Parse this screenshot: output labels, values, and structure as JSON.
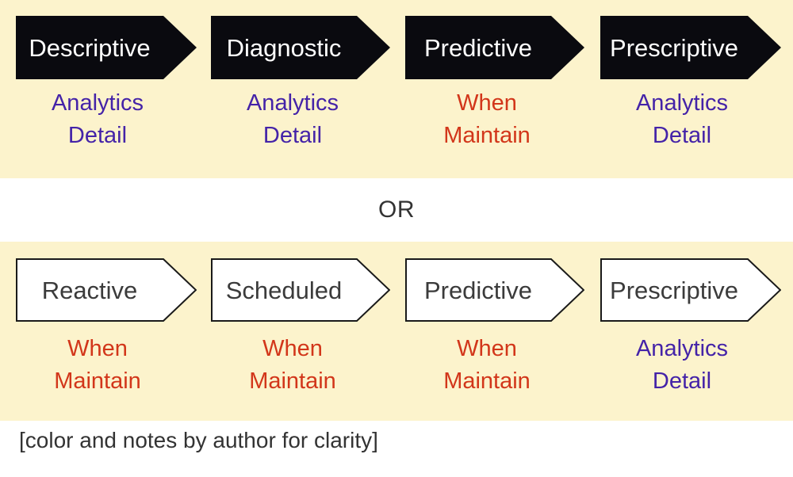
{
  "figure": {
    "background_band_color": "#fcf3cc",
    "divider_label": "OR",
    "caption": "[color and notes by author for clarity]",
    "colors": {
      "band": "#fcf3cc",
      "dark_arrow_fill": "#0a0a0f",
      "dark_arrow_text": "#ffffff",
      "light_arrow_fill": "#ffffff",
      "light_arrow_text": "#3b3b3b",
      "note_purple": "#4423a8",
      "note_red": "#d2361a",
      "divider_text": "#333333"
    }
  },
  "top_row": {
    "style": "filled-black-chevron",
    "items": [
      {
        "label": "Descriptive",
        "note_line1": "Analytics",
        "note_line2": "Detail",
        "note_color": "purple"
      },
      {
        "label": "Diagnostic",
        "note_line1": "Analytics",
        "note_line2": "Detail",
        "note_color": "purple"
      },
      {
        "label": "Predictive",
        "note_line1": "When",
        "note_line2": "Maintain",
        "note_color": "red"
      },
      {
        "label": "Prescriptive",
        "note_line1": "Analytics",
        "note_line2": "Detail",
        "note_color": "purple"
      }
    ]
  },
  "bottom_row": {
    "style": "outlined-white-chevron",
    "items": [
      {
        "label": "Reactive",
        "note_line1": "When",
        "note_line2": "Maintain",
        "note_color": "red"
      },
      {
        "label": "Scheduled",
        "note_line1": "When",
        "note_line2": "Maintain",
        "note_color": "red"
      },
      {
        "label": "Predictive",
        "note_line1": "When",
        "note_line2": "Maintain",
        "note_color": "red"
      },
      {
        "label": "Prescriptive",
        "note_line1": "Analytics",
        "note_line2": "Detail",
        "note_color": "purple"
      }
    ]
  }
}
